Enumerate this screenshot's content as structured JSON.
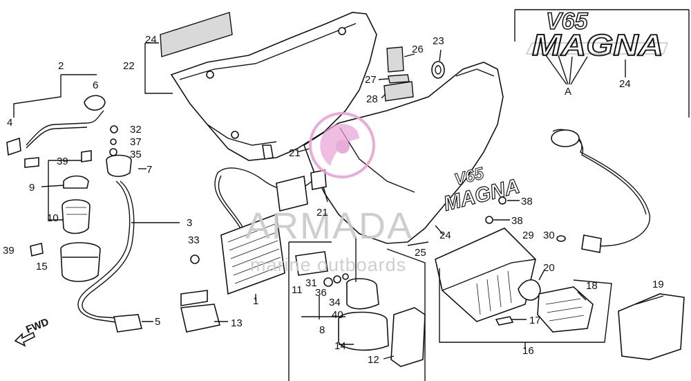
{
  "watermark": {
    "brand": "ARMADA",
    "tagline": "marine outboards",
    "colors": {
      "text": "#c9c9c9",
      "logo": "#e7a3d4"
    }
  },
  "emblem": {
    "model": "V65",
    "name": "MAGNA",
    "label_a": "A"
  },
  "fwd_label": "FWD",
  "part_labels": [
    {
      "id": "p1",
      "text": "1"
    },
    {
      "id": "p2",
      "text": "2"
    },
    {
      "id": "p3",
      "text": "3"
    },
    {
      "id": "p4",
      "text": "4"
    },
    {
      "id": "p5",
      "text": "5"
    },
    {
      "id": "p6",
      "text": "6"
    },
    {
      "id": "p7",
      "text": "7"
    },
    {
      "id": "p8",
      "text": "8"
    },
    {
      "id": "p9",
      "text": "9"
    },
    {
      "id": "p10",
      "text": "10"
    },
    {
      "id": "p11",
      "text": "11"
    },
    {
      "id": "p12",
      "text": "12"
    },
    {
      "id": "p13",
      "text": "13"
    },
    {
      "id": "p14",
      "text": "14"
    },
    {
      "id": "p15",
      "text": "15"
    },
    {
      "id": "p16",
      "text": "16"
    },
    {
      "id": "p17",
      "text": "17"
    },
    {
      "id": "p18",
      "text": "18"
    },
    {
      "id": "p19",
      "text": "19"
    },
    {
      "id": "p20",
      "text": "20"
    },
    {
      "id": "p21a",
      "text": "21"
    },
    {
      "id": "p21b",
      "text": "21"
    },
    {
      "id": "p22",
      "text": "22"
    },
    {
      "id": "p23",
      "text": "23"
    },
    {
      "id": "p24a",
      "text": "24"
    },
    {
      "id": "p24b",
      "text": "24"
    },
    {
      "id": "p24c",
      "text": "24"
    },
    {
      "id": "p25",
      "text": "25"
    },
    {
      "id": "p26",
      "text": "26"
    },
    {
      "id": "p27",
      "text": "27"
    },
    {
      "id": "p28",
      "text": "28"
    },
    {
      "id": "p29",
      "text": "29"
    },
    {
      "id": "p30",
      "text": "30"
    },
    {
      "id": "p31",
      "text": "31"
    },
    {
      "id": "p32",
      "text": "32"
    },
    {
      "id": "p33",
      "text": "33"
    },
    {
      "id": "p34",
      "text": "34"
    },
    {
      "id": "p35",
      "text": "35"
    },
    {
      "id": "p36",
      "text": "36"
    },
    {
      "id": "p37",
      "text": "37"
    },
    {
      "id": "p38a",
      "text": "38"
    },
    {
      "id": "p38b",
      "text": "38"
    },
    {
      "id": "p39a",
      "text": "39"
    },
    {
      "id": "p39b",
      "text": "39"
    },
    {
      "id": "p40",
      "text": "40"
    }
  ]
}
